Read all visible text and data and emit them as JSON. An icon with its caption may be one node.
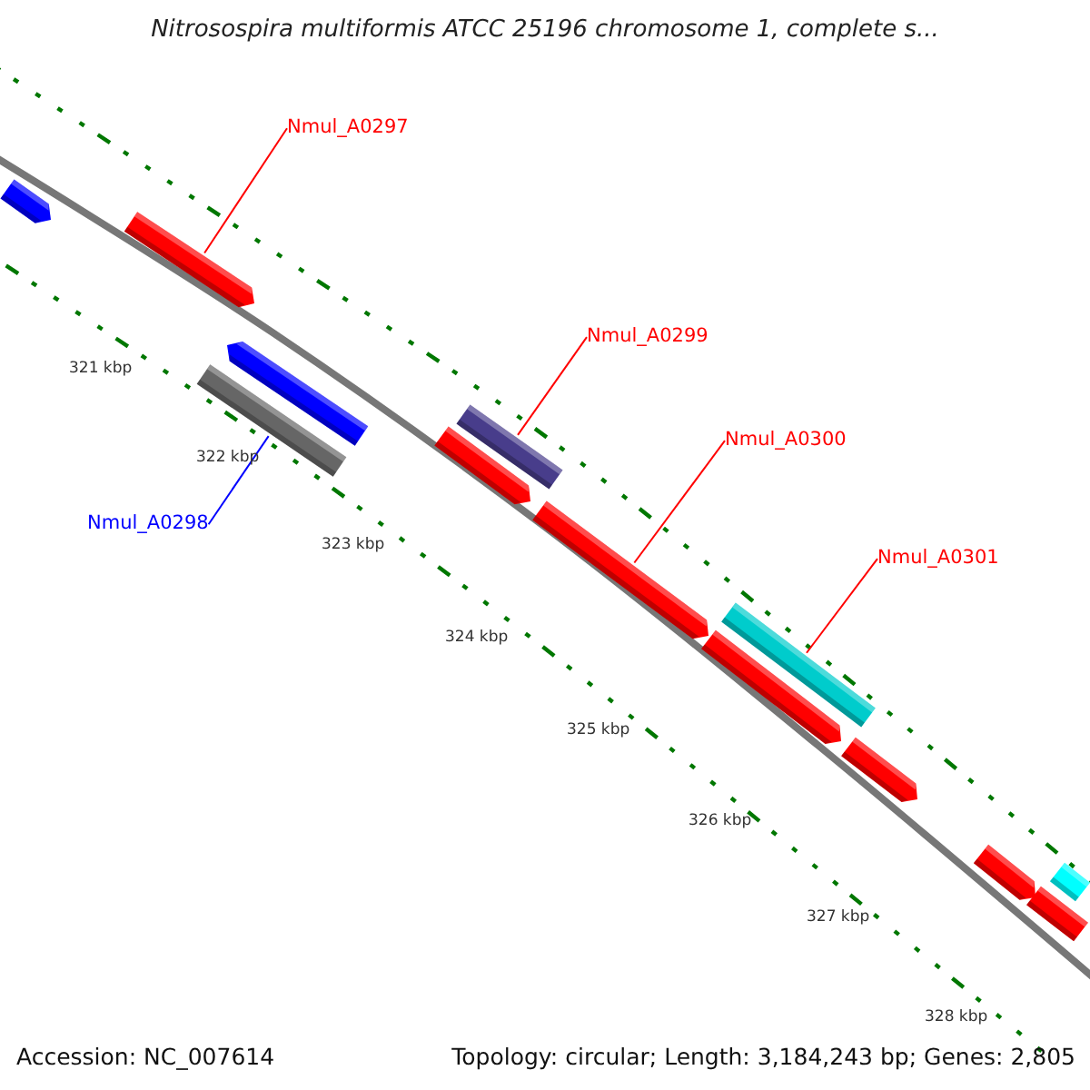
{
  "diagram": {
    "title": "Nitrosospira multiformis ATCC 25196 chromosome 1, complete s...",
    "nodes": [
      {
        "text": [],
        "shape": "bar"
      },
      {
        "text": [
          "Nmul_A0297"
        ]
      },
      {
        "text": [],
        "shape": "bar"
      },
      {
        "text": [
          "Nmul_A0299"
        ]
      },
      {
        "text": [],
        "shape": "bar"
      },
      {
        "text": [],
        "shape": "bar"
      },
      {
        "text": [
          "Nmul_A0300"
        ]
      },
      {
        "text": [],
        "shape": "bar"
      },
      {
        "text": [],
        "shape": "bar"
      },
      {
        "text": [
          "Nmul_A0298"
        ]
      },
      {
        "text": [],
        "shape": "bar"
      },
      {
        "text": [
          "Nmul_A0301"
        ]
      },
      {
        "text": [],
        "shape": "bar"
      },
      {
        "text": [],
        "shape": "bar"
      },
      {
        "text": [],
        "shape": "bar"
      },
      {
        "text": [],
        "shape": "bar"
      },
      {
        "text": [],
        "shape": "bar"
      },
      {
        "text": [],
        "shape": "bar"
      }
    ],
    "edges": [
      {
        "from": 1,
        "to": 2,
        "arrow": "none"
      },
      {
        "from": 3,
        "to": 7,
        "arrow": "none"
      },
      {
        "from": 6,
        "to": 10,
        "arrow": "none"
      },
      {
        "from": 9,
        "to": 5,
        "arrow": "none",
        "color": "#0000ff"
      },
      {
        "from": 11,
        "to": 12,
        "arrow": "none"
      }
    ],
    "labels": [
      "321 kbp",
      "322 kbp",
      "323 kbp",
      "324 kbp",
      "325 kbp",
      "326 kbp",
      "327 kbp",
      "328 kbp",
      "Accession: NC_007614",
      "Topology: circular; Length: 3,184,243 bp; Genes: 2,805"
    ]
  }
}
